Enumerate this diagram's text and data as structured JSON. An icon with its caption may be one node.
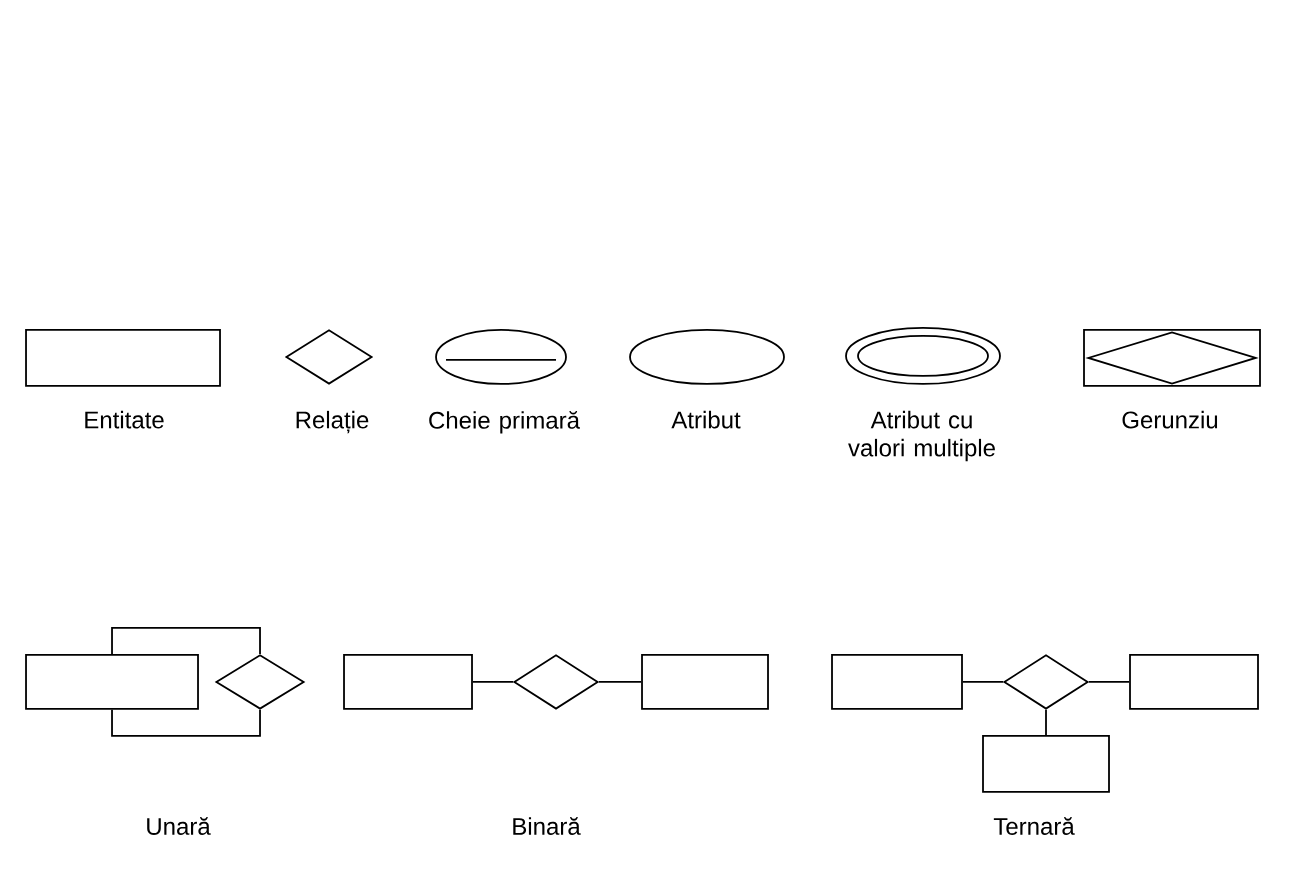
{
  "diagram": {
    "nodes": [
      {
        "text": [],
        "shape": "box",
        "beside": [
          "Entitate"
        ]
      },
      {
        "text": [],
        "shape": "diamond",
        "beside": [
          "Relație"
        ]
      },
      {
        "text": [],
        "shape": "ellipse",
        "beside": [
          "Cheie primară"
        ]
      },
      {
        "text": [],
        "shape": "ellipse",
        "beside": [
          "Atribut"
        ]
      },
      {
        "text": [],
        "shape": "ellipse",
        "beside": [
          "Atribut cu valori multiple"
        ]
      },
      {
        "text": [],
        "shape": "ellipse",
        "in": 4
      },
      {
        "text": [],
        "shape": "box",
        "beside": [
          "Gerunziu"
        ]
      },
      {
        "text": [],
        "shape": "diamond",
        "in": 6
      },
      {
        "text": [],
        "shape": "box"
      },
      {
        "text": [],
        "shape": "diamond"
      },
      {
        "text": [],
        "shape": "box"
      },
      {
        "text": [],
        "shape": "diamond"
      },
      {
        "text": [],
        "shape": "box"
      },
      {
        "text": [],
        "shape": "box"
      },
      {
        "text": [],
        "shape": "diamond"
      },
      {
        "text": [],
        "shape": "box"
      },
      {
        "text": [],
        "shape": "box"
      }
    ],
    "edges": [
      {
        "from": 8,
        "to": 9,
        "arrow": "none"
      },
      {
        "from": 8,
        "to": 9,
        "arrow": "none"
      },
      {
        "from": 10,
        "to": 11,
        "arrow": "none"
      },
      {
        "from": 11,
        "to": 12,
        "arrow": "none"
      },
      {
        "from": 13,
        "to": 14,
        "arrow": "none"
      },
      {
        "from": 14,
        "to": 15,
        "arrow": "none"
      },
      {
        "from": 14,
        "to": 16,
        "arrow": "none"
      }
    ],
    "labels": [
      "Unară",
      "Binară",
      "Ternară"
    ]
  }
}
